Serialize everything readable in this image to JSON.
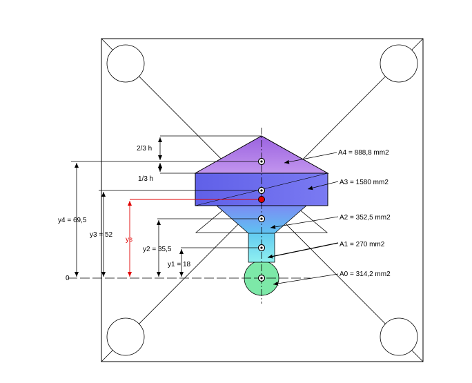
{
  "colors": {
    "a4_fill": "#b27ae8",
    "a3_fill": "#6f6ff0",
    "a2_fill": "#6aa8f5",
    "a1_fill": "#70e0f0",
    "a0_fill": "#7de8a8",
    "centroid_marker": "#e00000",
    "ys_line": "#e00000",
    "lines": "#000000"
  },
  "labels": {
    "two_thirds_h": "2/3 h",
    "one_third_h": "1/3 h",
    "zero": "0",
    "y4": "y4 = 69,5",
    "y3": "y3 = 52",
    "ys": "ys",
    "y2": "y2 = 35,5",
    "y1": "y1 = 18"
  },
  "areas": {
    "a4": "A4 = 888,8 mm2",
    "a3": "A3 = 1580 mm2",
    "a2": "A2 = 352,5 mm2",
    "a1": "A1 = 270 mm2",
    "a0": "A0 = 314,2 mm2"
  }
}
